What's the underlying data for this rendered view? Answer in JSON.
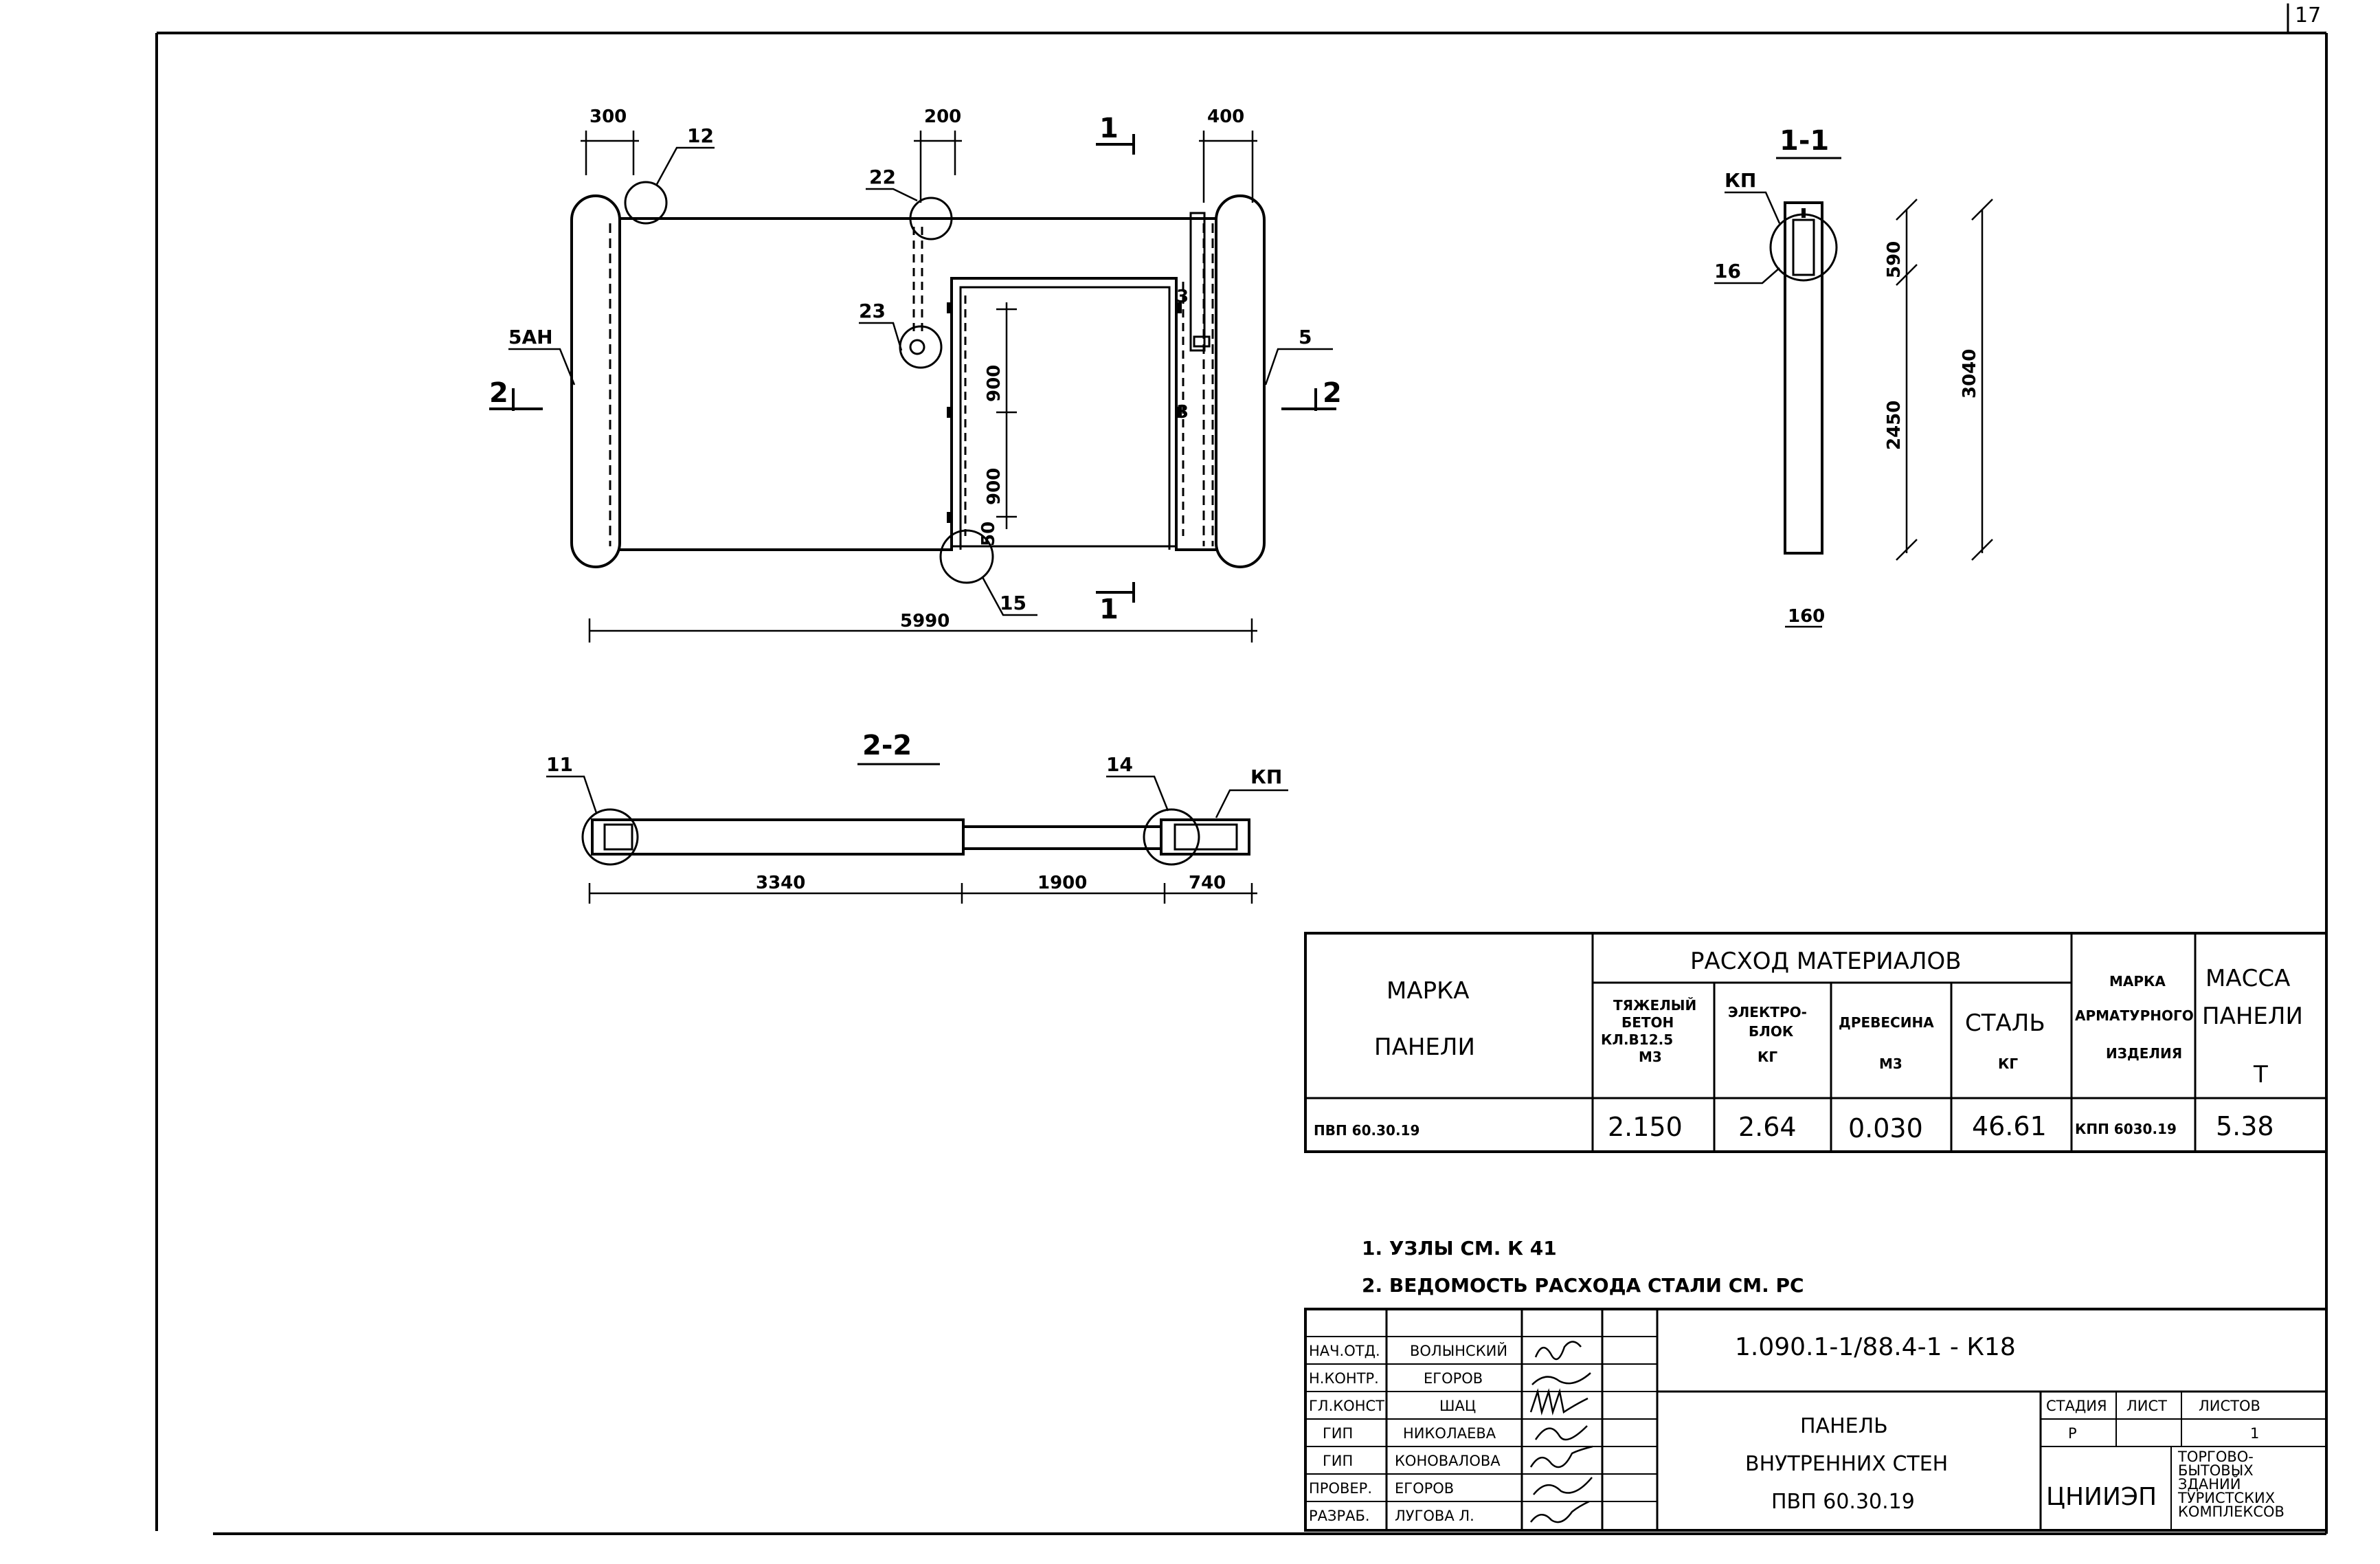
{
  "sheet": {
    "corner_mark": "17"
  },
  "elevation": {
    "dims_top": [
      "300",
      "200",
      "400"
    ],
    "dims_door_vertical": [
      "900",
      "900"
    ],
    "door_small_dim": "50",
    "overall_width": "5990",
    "callouts": [
      "12",
      "22",
      "23",
      "15",
      "5АН",
      "5",
      "1",
      "1",
      "2",
      "2"
    ],
    "ticks_right": [
      "3",
      "3"
    ]
  },
  "section_1_1": {
    "title": "1-1",
    "labels": [
      "КП",
      "16"
    ],
    "dims": [
      "590",
      "2450",
      "3040",
      "160"
    ]
  },
  "section_2_2": {
    "title": "2-2",
    "labels": [
      "11",
      "14",
      "КП"
    ],
    "dims": [
      "3340",
      "1900",
      "740"
    ]
  },
  "materials_table": {
    "col_mark_line1": "МАРКА",
    "col_mark_line2": "ПАНЕЛИ",
    "group_header": "РАСХОД МАТЕРИАЛОВ",
    "sub_concrete": [
      "ТЯЖЕЛЫЙ",
      "БЕТОН",
      "КЛ.В12.5",
      "М3"
    ],
    "sub_electro": [
      "ЭЛЕКТРО-",
      "БЛОК",
      "КГ"
    ],
    "sub_wood": [
      "ДРЕВЕСИНА",
      "М3"
    ],
    "sub_steel": [
      "СТАЛЬ",
      "КГ"
    ],
    "col_rebar": [
      "МАРКА",
      "АРМАТУРНОГО",
      "ИЗДЕЛИЯ"
    ],
    "col_mass": [
      "МАССА",
      "ПАНЕЛИ",
      "Т"
    ],
    "row": {
      "mark": "ПВП 60.30.19",
      "concrete": "2.150",
      "electro": "2.64",
      "wood": "0.030",
      "steel": "46.61",
      "rebar": "КПП 6030.19",
      "mass": "5.38"
    }
  },
  "notes": [
    "1. УЗЛЫ СМ. К 41",
    "2. ВЕДОМОСТЬ РАСХОДА СТАЛИ СМ. РС"
  ],
  "title_block": {
    "signatures": [
      {
        "role": "НАЧ.ОТД.",
        "name": "ВОЛЫНСКИЙ"
      },
      {
        "role": "Н.КОНТР.",
        "name": "ЕГОРОВ"
      },
      {
        "role": "ГЛ.КОНСТ",
        "name": "ШАЦ"
      },
      {
        "role": "ГИП",
        "name": "НИКОЛАЕВА"
      },
      {
        "role": "ГИП",
        "name": "КОНОВАЛОВА"
      },
      {
        "role": "ПРОВЕР.",
        "name": "ЕГОРОВ"
      },
      {
        "role": "РАЗРАБ.",
        "name": "ЛУГОВА Л."
      }
    ],
    "code": "1.090.1-1/88.4-1 - К18",
    "name_lines": [
      "ПАНЕЛЬ",
      "ВНУТРЕННИХ СТЕН",
      "ПВП 60.30.19"
    ],
    "stage_header": "СТАДИЯ",
    "sheet_header": "ЛИСТ",
    "sheets_header": "ЛИСТОВ",
    "stage": "Р",
    "sheet": "",
    "sheets": "1",
    "org": "ЦНИИЭП",
    "org_desc": [
      "ТОРГОВО-",
      "БЫТОВЫХ",
      "ЗДАНИЙ",
      "ТУРИСТСКИХ",
      "КОМПЛЕКСОВ"
    ]
  }
}
